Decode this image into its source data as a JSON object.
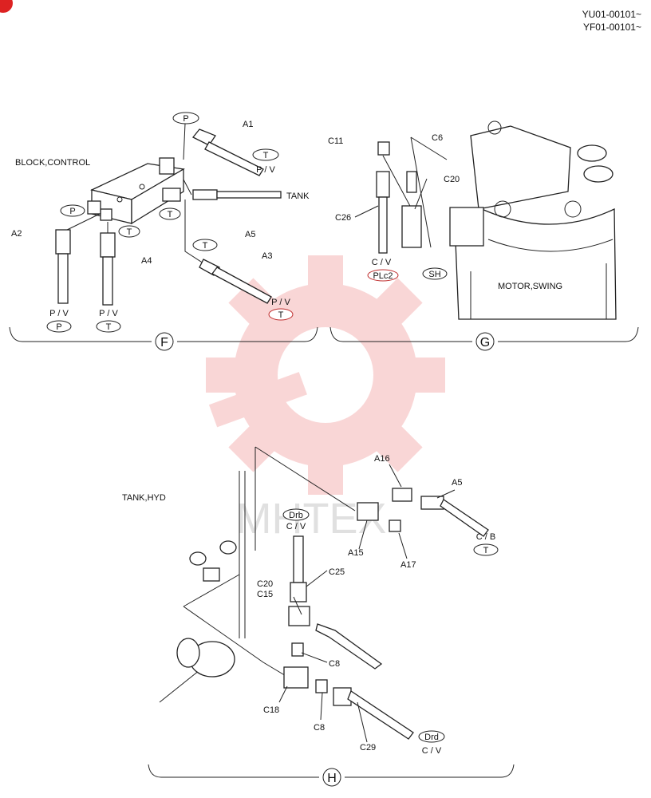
{
  "header": {
    "serial_1": "YU01-00101~",
    "serial_2": "YF01-00101~"
  },
  "sections": {
    "f": "F",
    "g": "G",
    "h": "H"
  },
  "components": {
    "block_control": "BLOCK,CONTROL",
    "motor_swing": "MOTOR,SWING",
    "tank_hyd": "TANK,HYD",
    "tank": "TANK"
  },
  "parts": {
    "a1": "A1",
    "a2": "A2",
    "a3": "A3",
    "a4": "A4",
    "a5_f": "A5",
    "c11": "C11",
    "c6": "C6",
    "c20_g": "C20",
    "c26": "C26",
    "a16": "A16",
    "a5_h": "A5",
    "a15": "A15",
    "a17": "A17",
    "c25": "C25",
    "c20_h": "C20",
    "c15": "C15",
    "c8_1": "C8",
    "c18": "C18",
    "c8_2": "C8",
    "c29": "C29"
  },
  "port_labels": {
    "p_top": "P",
    "t_a1": "T",
    "pv_a1": "P / V",
    "p_block": "P",
    "t_block_r": "T",
    "t_block": "T",
    "t_a3": "T",
    "pv_a3": "P / V",
    "t_a3_red": "T",
    "pv_a2": "P / V",
    "p_a2": "P",
    "pv_a4": "P / V",
    "t_a4": "T",
    "cv_g": "C / V",
    "pic2": "PLc2",
    "sh": "SH",
    "drb": "Drb",
    "cv_drb": "C / V",
    "cb": "C / B",
    "t_cb": "T",
    "drd": "Drd",
    "cv_drd": "C / V"
  },
  "watermark": "MHTEX"
}
